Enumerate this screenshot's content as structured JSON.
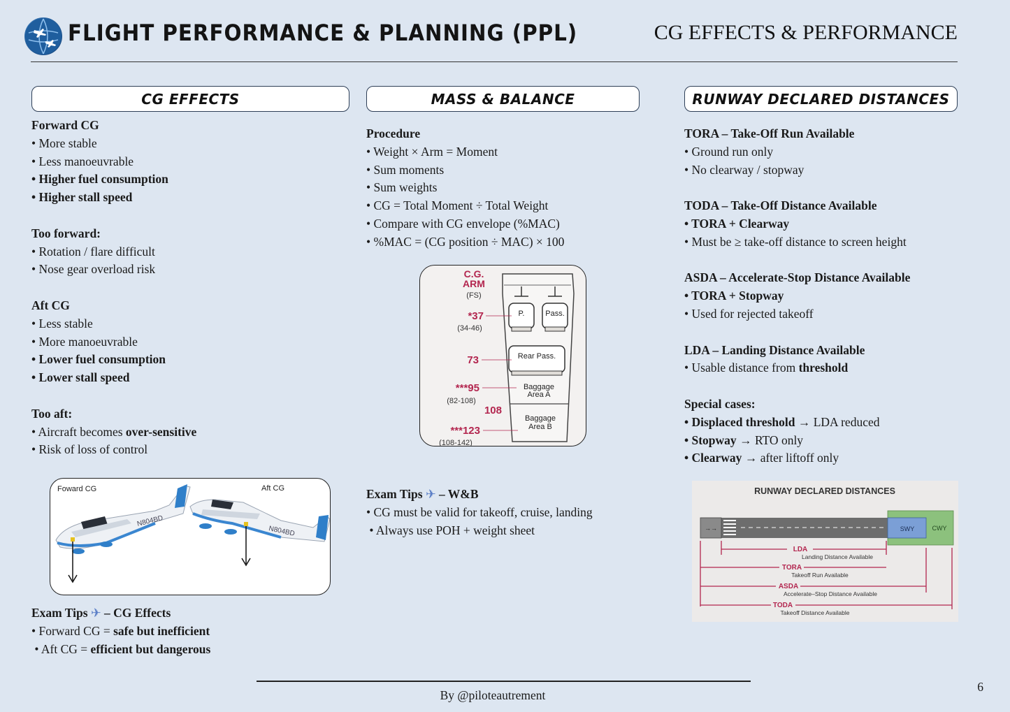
{
  "header": {
    "title": "FLIGHT PERFORMANCE & PLANNING (PPL)",
    "subtitle": "CG EFFECTS & PERFORMANCE",
    "logo_icon": "globe-planes-icon"
  },
  "col1": {
    "heading": "CG EFFECTS",
    "forward_title": "Forward CG",
    "forward_items": [
      "• More stable",
      "• Less manoeuvrable",
      "• Higher fuel consumption",
      "• Higher stall speed"
    ],
    "too_forward_title": "Too forward:",
    "too_forward_items": [
      "• Rotation / flare difficult",
      "• Nose gear overload risk"
    ],
    "aft_title": "Aft CG",
    "aft_items": [
      "• Less stable",
      "• More manoeuvrable",
      "• Lower fuel consumption",
      "• Lower stall speed"
    ],
    "too_aft_title": "Too aft:",
    "too_aft_1_prefix": "• Aircraft becomes ",
    "too_aft_1_bold": "over-sensitive",
    "too_aft_2": "• Risk of loss of control",
    "image": {
      "forward_label": "Foward CG",
      "aft_label": "Aft CG",
      "registration": "N804BD"
    },
    "tips_title_prefix": "Exam Tips",
    "tips_title_suffix": "– CG Effects",
    "tip1_prefix": "• Forward CG = ",
    "tip1_bold": "safe but inefficient",
    "tip2_prefix": " • Aft CG = ",
    "tip2_bold": "efficient but dangerous"
  },
  "col2": {
    "heading": "MASS & BALANCE",
    "procedure_title": "Procedure",
    "procedure_items": [
      "• Weight × Arm = Moment",
      "• Sum moments",
      "• Sum weights",
      "• CG = Total Moment ÷ Total Weight",
      "• Compare with CG envelope (%MAC)",
      "• %MAC = (CG position ÷ MAC) × 100"
    ],
    "diagram": {
      "arm_title_1": "C.G.",
      "arm_title_2": "ARM",
      "arm_title_3": "(FS)",
      "stations": [
        {
          "value": "*37",
          "range": "(34-46)",
          "label": "P."
        },
        {
          "value": "",
          "range": "",
          "label": "Pass."
        },
        {
          "value": "73",
          "range": "",
          "label": "Rear Pass."
        },
        {
          "value": "***95",
          "range": "(82-108)",
          "label": "Baggage Area A"
        },
        {
          "value": "108",
          "range": "",
          "label": ""
        },
        {
          "value": "***123",
          "range": "(108-142)",
          "label": "Baggage Area B"
        }
      ]
    },
    "tips_title_prefix": "Exam Tips",
    "tips_title_suffix": "– W&B",
    "tip1": "• CG must be valid for takeoff, cruise, landing",
    "tip2": " • Always use POH + weight sheet"
  },
  "col3": {
    "heading": "RUNWAY DECLARED DISTANCES",
    "tora_title": "TORA – Take-Off Run Available",
    "tora_items": [
      "• Ground run only",
      "• No clearway / stopway"
    ],
    "toda_title": "TODA – Take-Off Distance Available",
    "toda_bold_item": "• TORA + Clearway",
    "toda_item": "• Must be ≥ take-off distance to screen height",
    "asda_title": "ASDA – Accelerate-Stop Distance Available",
    "asda_bold_item": "• TORA + Stopway",
    "asda_item": "• Used for rejected takeoff",
    "lda_title": "LDA – Landing Distance Available",
    "lda_item_prefix": "• Usable distance from ",
    "lda_item_bold": "threshold",
    "special_title": "Special cases:",
    "special_items": [
      {
        "bold": "• Displaced threshold",
        "rest": " → LDA reduced"
      },
      {
        "bold": "• Stopway",
        "rest": " → RTO only"
      },
      {
        "bold": "• Clearway",
        "rest": " → after liftoff only"
      }
    ],
    "diagram": {
      "title": "RUNWAY DECLARED DISTANCES",
      "swy": "SWY",
      "cwy": "CWY",
      "lda": "LDA",
      "lda_full": "Landing Distance Available",
      "tora": "TORA",
      "tora_full": "Takeoff Run Available",
      "asda": "ASDA",
      "asda_full": "Accelerate–Stop Distance Available",
      "toda": "TODA",
      "toda_full": "Takeoff Distance Available"
    }
  },
  "footer": {
    "credit": "By @piloteautrement",
    "page_number": "6"
  },
  "colors": {
    "background": "#dde6f1",
    "accent_red": "#b3264f",
    "swy_blue": "#7b9fd6",
    "cwy_green": "#8cc17d"
  }
}
